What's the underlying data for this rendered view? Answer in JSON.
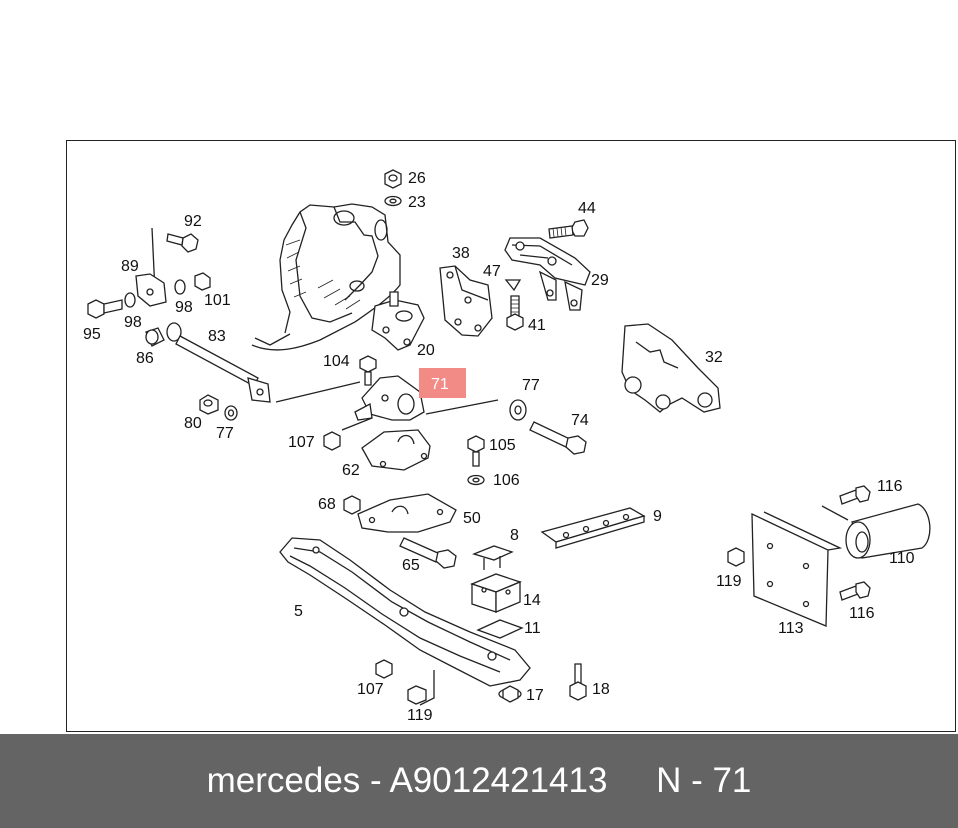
{
  "diagram": {
    "highlighted_label": "71",
    "part_labels": {
      "p26": "26",
      "p23": "23",
      "p44": "44",
      "p92": "92",
      "p38": "38",
      "p47": "47",
      "p29": "29",
      "p89": "89",
      "p98a": "98",
      "p101": "101",
      "p41": "41",
      "p95": "95",
      "p98b": "98",
      "p83": "83",
      "p20": "20",
      "p86": "86",
      "p104": "104",
      "p32": "32",
      "p77a": "77",
      "p74": "74",
      "p80": "80",
      "p77b": "77",
      "p107a": "107",
      "p105": "105",
      "p62": "62",
      "p106": "106",
      "p68": "68",
      "p50": "50",
      "p9": "9",
      "p116a": "116",
      "p8": "8",
      "p65": "65",
      "p119a": "119",
      "p110": "110",
      "p5": "5",
      "p14": "14",
      "p116b": "116",
      "p11": "11",
      "p113": "113",
      "p107b": "107",
      "p18": "18",
      "p17": "17",
      "p119b": "119"
    }
  },
  "caption": {
    "text": "mercedes - A9012421413     N - 71"
  }
}
